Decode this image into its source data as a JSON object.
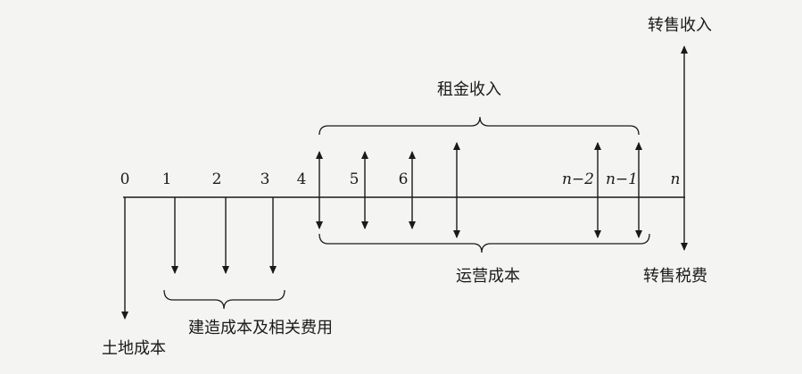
{
  "labels": {
    "resale_income": "转售收入",
    "rent_income": "租金收入",
    "operating_cost": "运营成本",
    "resale_tax": "转售税费",
    "construction_cost": "建造成本及相关费用",
    "land_cost": "土地成本"
  },
  "periods": [
    "0",
    "1",
    "2",
    "3",
    "4",
    "5",
    "6",
    "n−2",
    "n−1",
    "n"
  ],
  "colors": {
    "ink": "#1a1a1a",
    "paper": "#f4f4f2"
  }
}
